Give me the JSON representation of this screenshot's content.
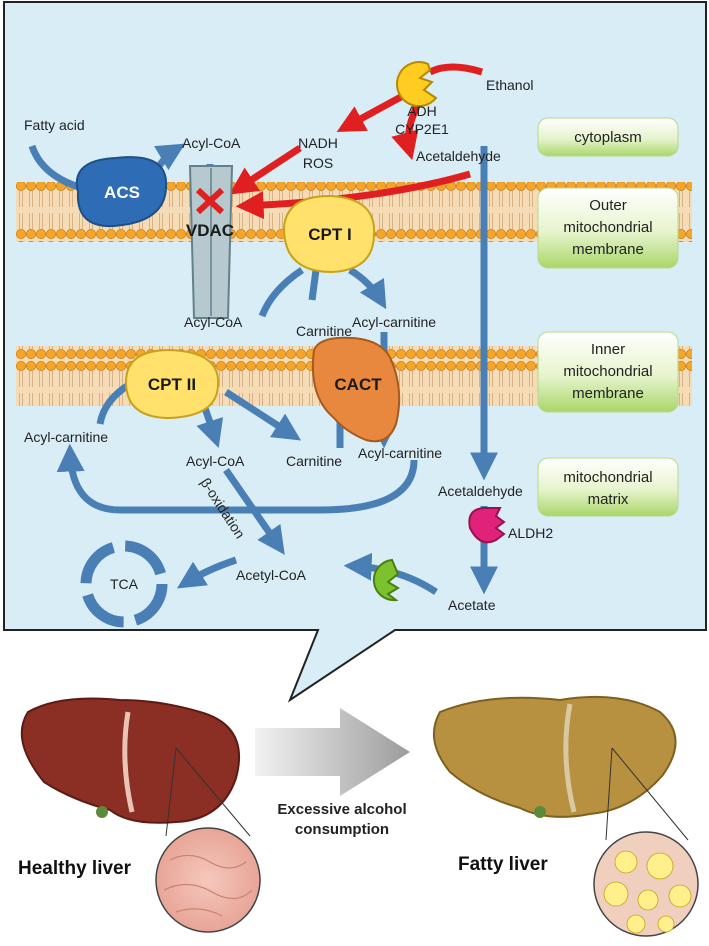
{
  "labels": {
    "fatty_acid": "Fatty acid",
    "acyl_coa_1": "Acyl-CoA",
    "nadh": "NADH",
    "ros": "ROS",
    "adh": "ADH",
    "cyp2e1": "CYP2E1",
    "ethanol": "Ethanol",
    "acetaldehyde_cyto": "Acetaldehyde",
    "acs": "ACS",
    "vdac": "VDAC",
    "cpt1": "CPT I",
    "acyl_coa_2": "Acyl-CoA",
    "carnitine_1": "Carnitine",
    "acyl_carnitine_1": "Acyl-carnitine",
    "cpt2": "CPT II",
    "cact": "CACT",
    "acyl_carnitine_left": "Acyl-carnitine",
    "acyl_coa_3": "Acyl-CoA",
    "carnitine_2": "Carnitine",
    "acyl_carnitine_2": "Acyl-carnitine",
    "beta_oxidation": "β-oxidation",
    "tca": "TCA",
    "acetyl_coa": "Acetyl-CoA",
    "acetaldehyde_matrix": "Acetaldehyde",
    "aldh2": "ALDH2",
    "acetate": "Acetate"
  },
  "compartments": {
    "cytoplasm": "cytoplasm",
    "outer_membrane": [
      "Outer",
      "mitochondrial",
      "membrane"
    ],
    "inner_membrane": [
      "Inner",
      "mitochondrial",
      "membrane"
    ],
    "matrix": [
      "mitochondrial",
      "matrix"
    ]
  },
  "bottom": {
    "healthy": "Healthy liver",
    "fatty": "Fatty liver",
    "cause": [
      "Excessive alcohol",
      "consumption"
    ]
  },
  "colors": {
    "panel": "#d9edf7",
    "pathway": "#4a7fb5",
    "ethanol_arrow": "#e02020",
    "membrane_bead": "#f4a52a",
    "membrane_band": "#f5d5a8",
    "healthy_liver": "#8b2e24",
    "fatty_liver": "#b89140"
  }
}
